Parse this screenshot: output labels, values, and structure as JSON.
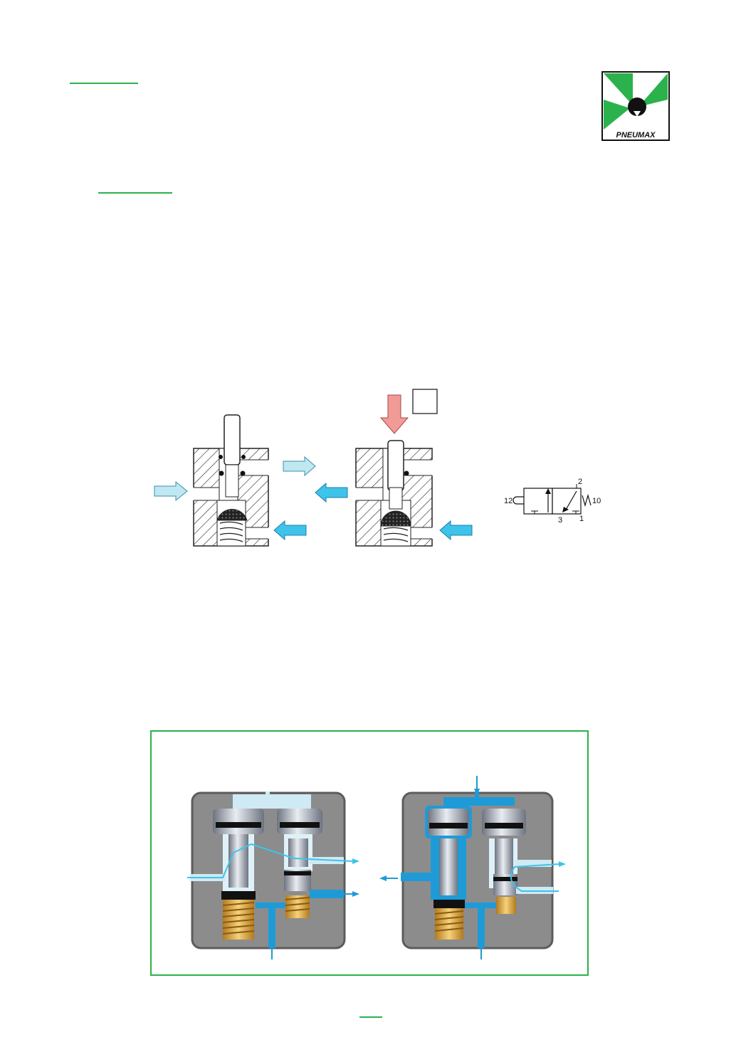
{
  "brand": {
    "name": "PNEUMAX",
    "colors": {
      "green": "#2bb24c",
      "black": "#111111"
    }
  },
  "symbol": {
    "ports": {
      "outlet": "2",
      "pilot": "12",
      "spring": "10",
      "exhaust": "3",
      "supply": "1"
    }
  },
  "colors": {
    "light_air": "#bfe8f1",
    "pressurized_air": "#3ec3ea",
    "actuation_force": "#f19a97",
    "body_gray": "#8c8c8c",
    "channel_blue": "#1e9bd7",
    "spring_gold": "#d9a030"
  }
}
